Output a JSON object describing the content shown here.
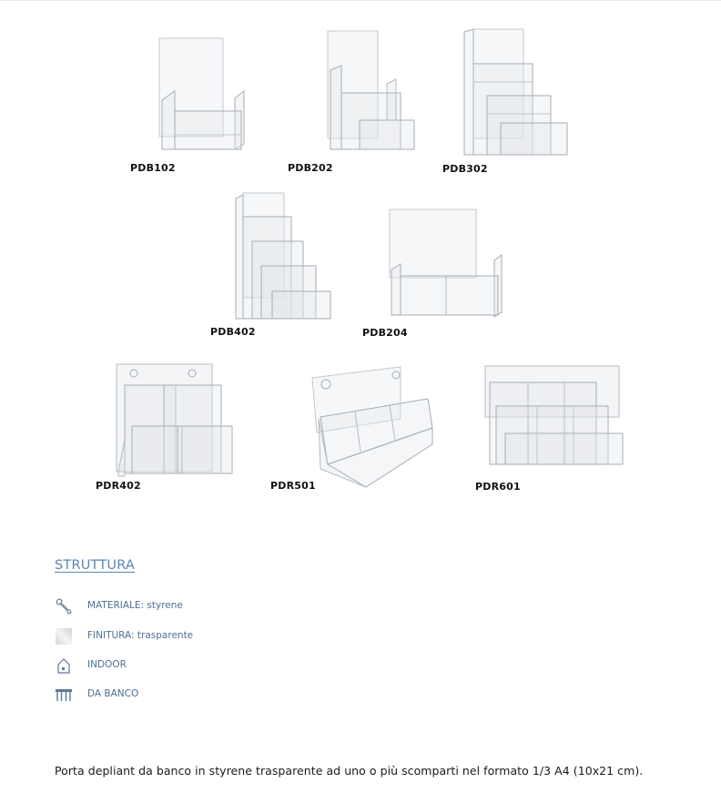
{
  "products": [
    {
      "code": "PDB102"
    },
    {
      "code": "PDB202"
    },
    {
      "code": "PDB302"
    },
    {
      "code": "PDB402"
    },
    {
      "code": "PDB204"
    },
    {
      "code": "PDR402"
    },
    {
      "code": "PDR501"
    },
    {
      "code": "PDR601"
    }
  ],
  "structure": {
    "title": "STRUTTURA",
    "items": [
      {
        "icon": "wrench-icon",
        "text": "MATERIALE: styrene"
      },
      {
        "icon": "transparent-finish-icon",
        "text": "FINITURA: trasparente"
      },
      {
        "icon": "indoor-house-icon",
        "text": "INDOOR"
      },
      {
        "icon": "counter-table-icon",
        "text": "DA BANCO"
      }
    ]
  },
  "description": "Porta depliant da banco in styrene trasparente ad uno o più scomparti nel formato 1/3 A4 (10x21 cm)."
}
